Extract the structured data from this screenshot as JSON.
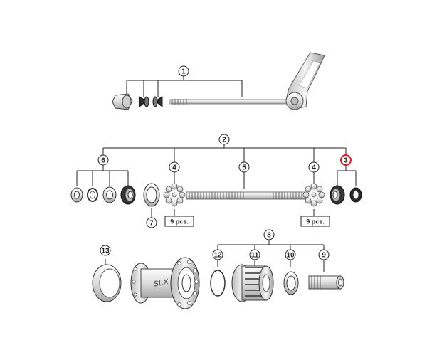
{
  "diagram": {
    "callouts": {
      "c1": "1",
      "c2": "2",
      "c3": "3",
      "c4a": "4",
      "c4b": "4",
      "c5": "5",
      "c6": "6",
      "c7": "7",
      "c8": "8",
      "c9": "9",
      "c10": "10",
      "c11": "11",
      "c12": "12",
      "c13": "13"
    },
    "qty_left": "9 pcs.",
    "qty_right": "9 pcs.",
    "brand": "SLX",
    "colors": {
      "line": "#222222",
      "part_fill": "#e9e9e9",
      "part_stroke": "#555555",
      "highlight": "#d0202a"
    }
  }
}
